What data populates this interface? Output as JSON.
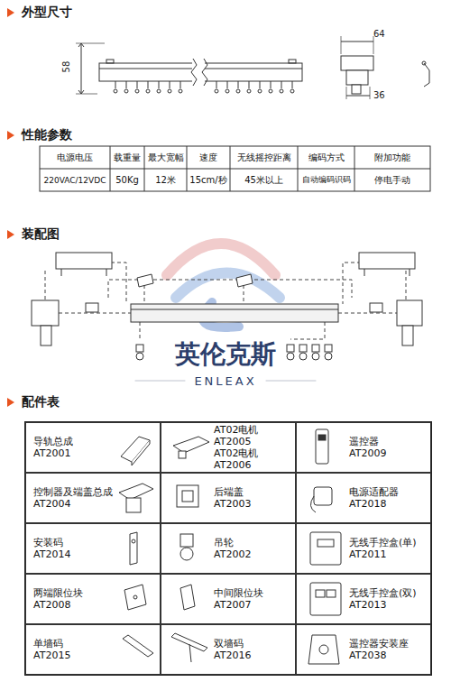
{
  "diagram": {
    "nodes": [
      {
        "text": [
          "导轨总成",
          "AT2001"
        ]
      },
      {
        "text": [
          "AT02电机 AT2005",
          "AT02电机 AT2006"
        ]
      },
      {
        "text": [
          "遥控器",
          "AT2009"
        ]
      },
      {
        "text": [
          "控制器及端盖总成",
          "AT2004"
        ]
      },
      {
        "text": [
          "后端盖",
          "AT2003"
        ]
      },
      {
        "text": [
          "电源适配器",
          "AT2018"
        ]
      },
      {
        "text": [
          "安装码",
          "AT2014"
        ]
      },
      {
        "text": [
          "吊轮",
          "AT2002"
        ]
      },
      {
        "text": [
          "无线手控盒(单)",
          "AT2011"
        ]
      },
      {
        "text": [
          "两端限位块",
          "AT2008"
        ]
      },
      {
        "text": [
          "中间限位块",
          "AT2007"
        ]
      },
      {
        "text": [
          "无线手控盒(双)",
          "AT2013"
        ]
      },
      {
        "text": [
          "单墙码",
          "AT2015"
        ]
      },
      {
        "text": [
          "双墙码",
          "AT2016"
        ]
      },
      {
        "text": [
          "遥控器安装座",
          "AT2038"
        ]
      }
    ],
    "labels": [
      "外型尺寸",
      "58",
      "64",
      "36",
      "性能参数",
      "电源电压",
      "载重量",
      "最大宽幅",
      "速度",
      "无线摇控距离",
      "编码方式",
      "附加功能",
      "220VAC/12VDC",
      "50Kg",
      "12米",
      "15cm/秒",
      "45米以上",
      "自动编码识码",
      "停电手动",
      "装配图",
      "英伦克斯",
      "ENLEAX",
      "配件表"
    ]
  }
}
